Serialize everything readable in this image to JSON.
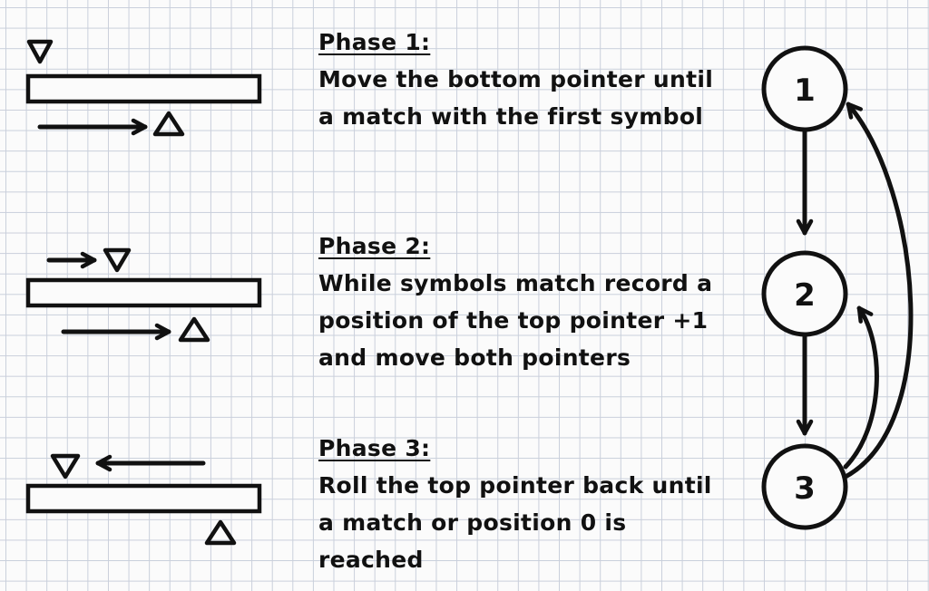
{
  "phases": [
    {
      "title": "Phase 1:",
      "description": "Move the bottom pointer until\na match with the first symbol"
    },
    {
      "title": "Phase 2:",
      "description": "While symbols match record a\nposition of the top pointer +1\nand move both pointers"
    },
    {
      "title": "Phase 3:",
      "description": "Roll the top pointer back until\na match or position 0 is\nreached"
    }
  ],
  "state_machine": {
    "nodes": [
      "1",
      "2",
      "3"
    ]
  }
}
